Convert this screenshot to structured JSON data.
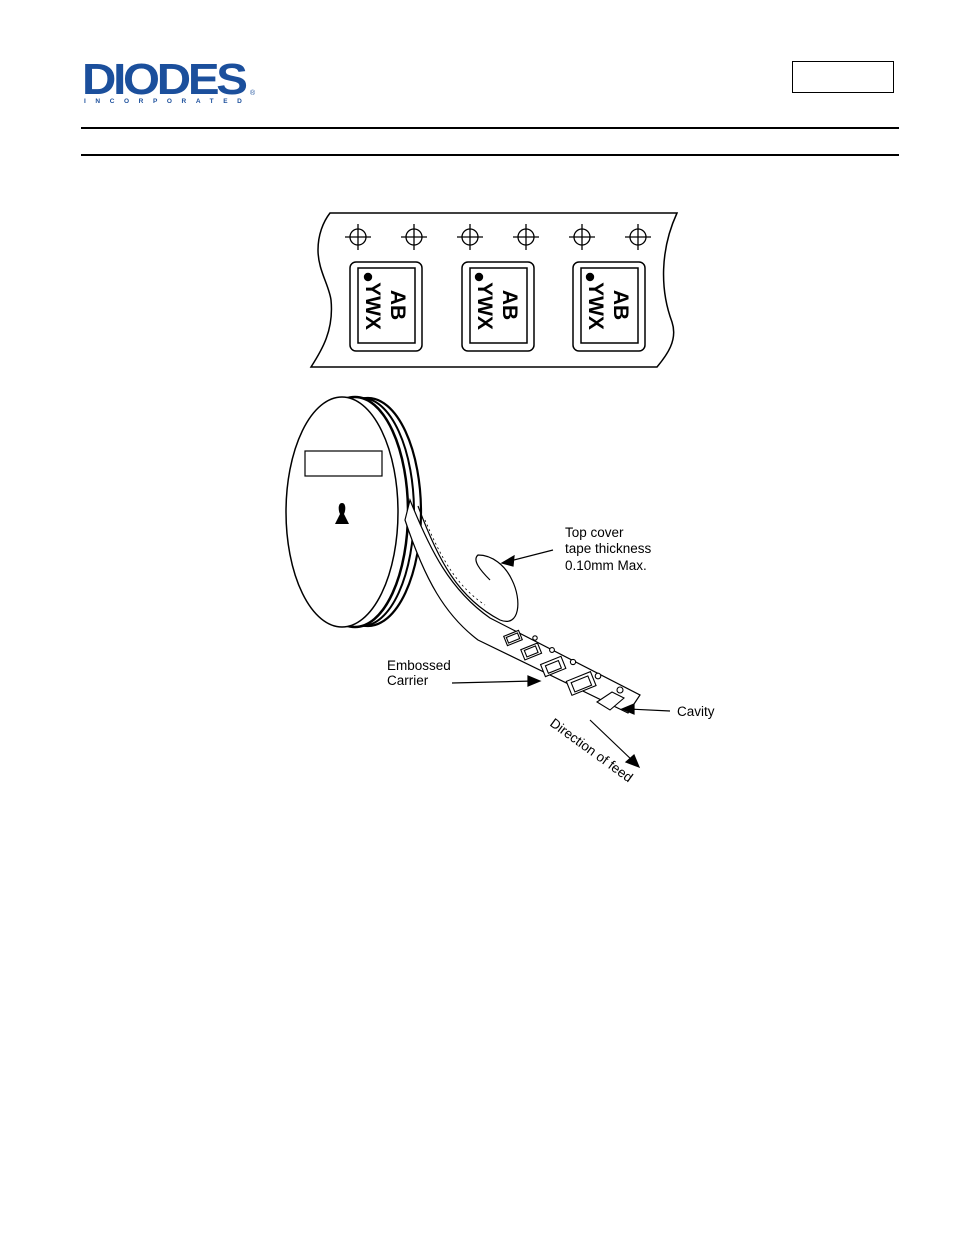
{
  "header": {
    "logo_text": "DIODES",
    "logo_subtext": "INCORPORATED",
    "logo_registered": "®"
  },
  "marking": {
    "units": [
      {
        "line1": "AB",
        "line2": "YWX"
      },
      {
        "line1": "AB",
        "line2": "YWX"
      },
      {
        "line1": "AB",
        "line2": "YWX"
      }
    ]
  },
  "reel": {
    "top_cover_line1": "Top cover",
    "top_cover_line2": "tape thickness",
    "top_cover_line3": "0.10mm Max.",
    "embossed_line1": "Embossed",
    "embossed_line2": "Carrier",
    "cavity": "Cavity",
    "direction": "Direction of feed"
  }
}
